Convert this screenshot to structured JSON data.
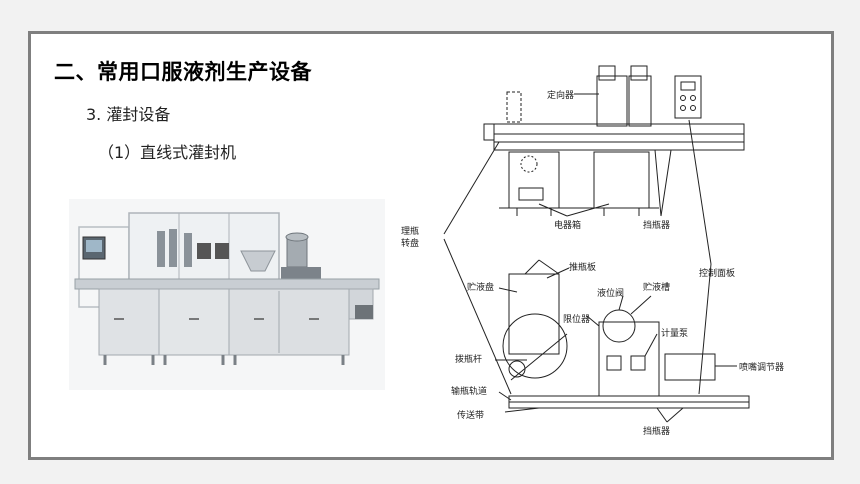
{
  "slide": {
    "title": "二、常用口服液剂生产设备",
    "subtitle": "3. 灌封设备",
    "subheading": "（1）直线式灌封机"
  },
  "diagram": {
    "labels": {
      "orienter": "定向器",
      "sorting_tray_1": "理瓶",
      "sorting_tray_2": "转盘",
      "electric_box": "电器箱",
      "bottle_stop_top": "挡瓶器",
      "control_panel": "控制面板",
      "push_plate": "推瓶板",
      "liquid_tray": "贮液盘",
      "level_valve": "液位阀",
      "liquid_tank": "贮液槽",
      "limiter": "限位器",
      "metering_pump": "计量泵",
      "push_rod": "拨瓶杆",
      "nozzle_adjuster": "喷嘴调节器",
      "conveyor_track": "输瓶轨道",
      "conveyor_belt": "传送带",
      "bottle_stop_bottom": "挡瓶器"
    }
  },
  "colors": {
    "frame": "#7f7f7f",
    "background": "#f2f2f2",
    "machine_steel": "#d8dbde"
  }
}
